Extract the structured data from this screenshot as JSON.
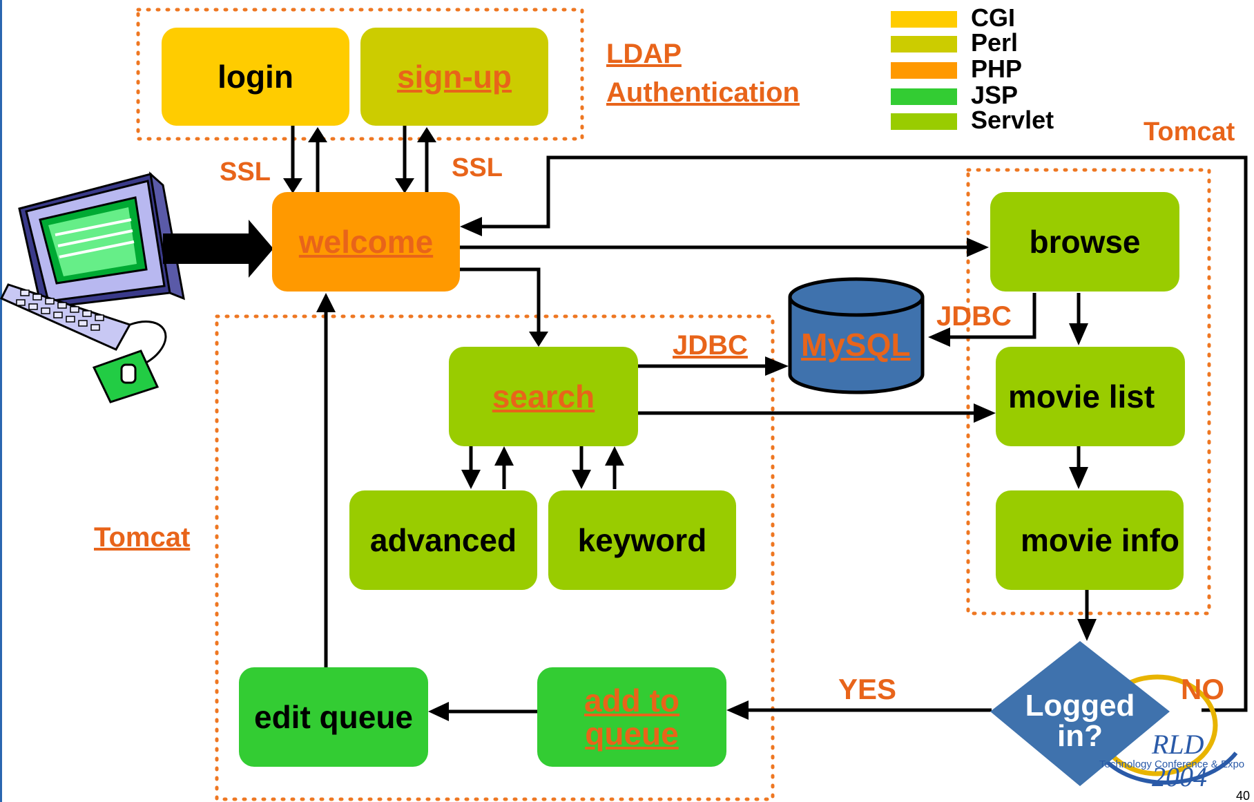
{
  "legend": [
    {
      "label": "CGI",
      "color": "#ffcc00"
    },
    {
      "label": "Perl",
      "color": "#cccc00"
    },
    {
      "label": "PHP",
      "color": "#ff9900"
    },
    {
      "label": "JSP",
      "color": "#33cc33"
    },
    {
      "label": "Servlet",
      "color": "#99cc00"
    }
  ],
  "boxes": {
    "login": "login",
    "signup": "sign-up",
    "welcome": "welcome",
    "search": "search",
    "advanced": "advanced",
    "keyword": "keyword",
    "edit_queue": "edit queue",
    "add_to_queue": "add to queue",
    "browse": "browse",
    "movie_list": "movie list",
    "movie_info": "movie info",
    "mysql": "MySQL",
    "logged_in": "Logged in?"
  },
  "labels": {
    "ldap": "LDAP Authentication",
    "ssl_left": "SSL",
    "ssl_right": "SSL",
    "tomcat_right": "Tomcat",
    "tomcat_left": "Tomcat",
    "jdbc_search": "JDBC",
    "jdbc_browse": "JDBC",
    "yes": "YES",
    "no": "NO"
  },
  "logo": {
    "brand": "RLD 2004",
    "tagline": "Technology Conference & Expo",
    "page_number": "40"
  },
  "colors": {
    "cgi": "#ffcc00",
    "perl": "#cccc00",
    "php": "#ff9900",
    "jsp": "#33cc33",
    "servlet": "#99cc00",
    "label_orange": "#e8641a",
    "dotted_border": "#ee7722",
    "db_blue": "#3f72ad",
    "diamond_blue": "#3f72ad"
  }
}
